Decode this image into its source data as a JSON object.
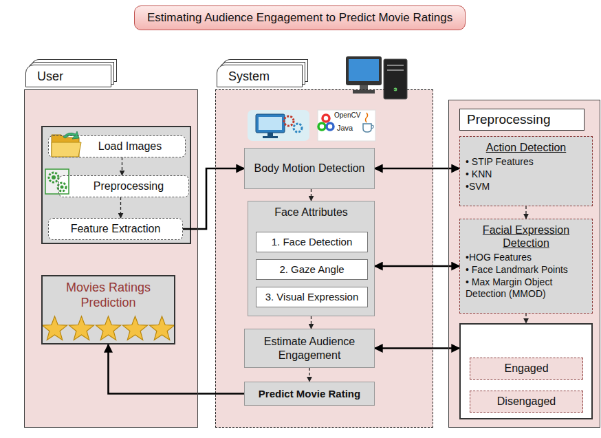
{
  "diagram": {
    "title": "Estimating Audience Engagement to Predict Movie Ratings",
    "nodes": [
      {
        "text": [
          "User"
        ]
      },
      {
        "text": [
          "Load Images"
        ],
        "in": 0
      },
      {
        "text": [
          "Preprocessing"
        ],
        "in": 0
      },
      {
        "text": [
          "Feature Extraction"
        ],
        "in": 0
      },
      {
        "text": [
          "Movies Ratings Prediction"
        ],
        "in": 0
      },
      {
        "text": [
          "System"
        ]
      },
      {
        "text": [
          "Body Motion Detection"
        ],
        "in": 5
      },
      {
        "text": [
          "Face Attributes"
        ],
        "in": 5
      },
      {
        "text": [
          "1. Face Detection"
        ],
        "in": 7
      },
      {
        "text": [
          "2. Gaze Angle"
        ],
        "in": 7
      },
      {
        "text": [
          "3. Visual Expression"
        ],
        "in": 7
      },
      {
        "text": [
          "Estimate Audience Engagement"
        ],
        "in": 5
      },
      {
        "text": [
          "Predict Movie Rating"
        ],
        "in": 5
      },
      {
        "text": [
          "Preprocessing"
        ]
      },
      {
        "text": [
          "Action Detection",
          "• STIP Features",
          "• KNN",
          "•SVM"
        ],
        "in": 13
      },
      {
        "text": [
          "Facial Expression Detection",
          "•HOG Features",
          "• Face Landmark Points",
          "• Max Margin Object Detection (MMOD)"
        ],
        "in": 13
      },
      {
        "text": [],
        "in": 13
      },
      {
        "text": [
          "Engaged"
        ],
        "in": 16
      },
      {
        "text": [
          "Disengaged"
        ],
        "in": 16
      }
    ],
    "edges": [
      {
        "from": 1,
        "to": 2,
        "arrow": "to"
      },
      {
        "from": 2,
        "to": 3,
        "arrow": "to"
      },
      {
        "from": 3,
        "to": 6,
        "arrow": "to"
      },
      {
        "from": 6,
        "to": 14,
        "arrow": "both"
      },
      {
        "from": 7,
        "to": 15,
        "arrow": "both"
      },
      {
        "from": 11,
        "to": 16,
        "arrow": "both"
      },
      {
        "from": 14,
        "to": 15,
        "arrow": "to"
      },
      {
        "from": 15,
        "to": 16,
        "arrow": "to"
      },
      {
        "from": 6,
        "to": 7,
        "arrow": "to"
      },
      {
        "from": 7,
        "to": 11,
        "arrow": "to"
      },
      {
        "from": 11,
        "to": 12,
        "arrow": "to"
      },
      {
        "from": 12,
        "to": 4,
        "arrow": "to"
      }
    ],
    "labels": [
      "OpenCV",
      "Java"
    ]
  }
}
